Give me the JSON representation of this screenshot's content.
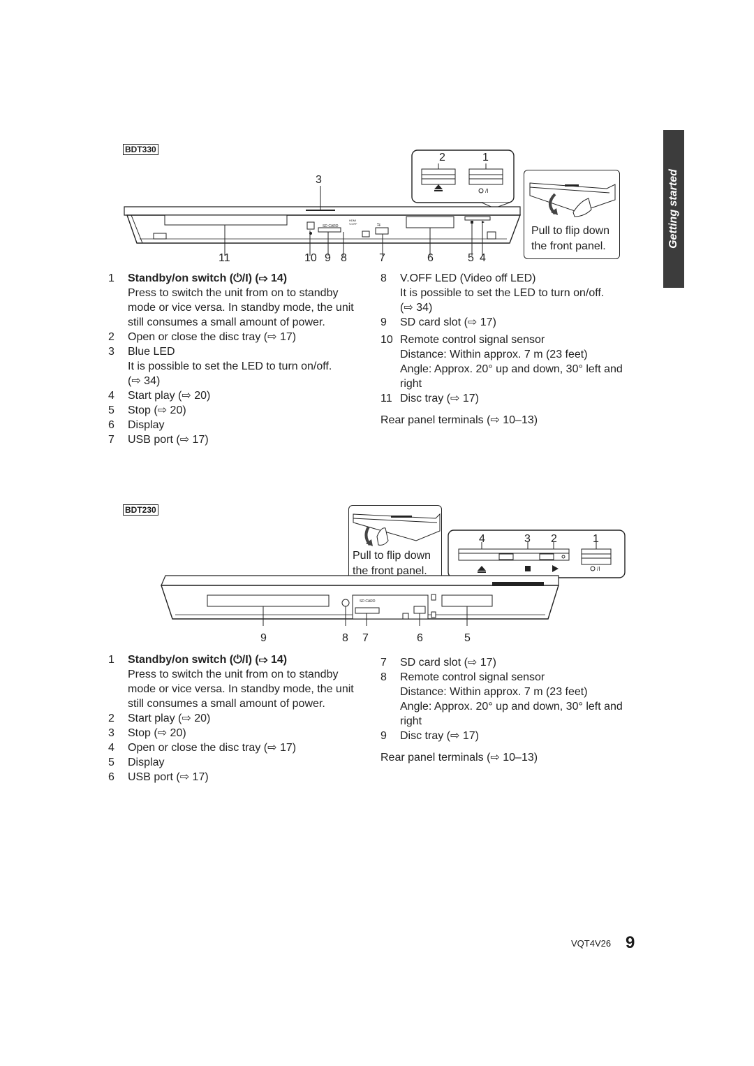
{
  "side_tab": "Getting started",
  "arrow_glyph": "⇨",
  "bdt330": {
    "model": "BDT330",
    "callout_numbers": [
      "3",
      "2",
      "1",
      "11",
      "10",
      "9",
      "8",
      "7",
      "6",
      "5",
      "4"
    ],
    "flip_note": [
      "Pull to flip down",
      "the front panel."
    ],
    "left_items": [
      {
        "num": "1",
        "title": "Standby/on switch (⏻/I) (⇨ 14)",
        "body": [
          "Press to switch the unit from on to standby",
          "mode or vice versa. In standby mode, the unit",
          "still consumes a small amount of power."
        ]
      },
      {
        "num": "2",
        "title": "Open or close the disc tray (⇨ 17)",
        "body": []
      },
      {
        "num": "3",
        "title": "Blue LED",
        "body": [
          "It is possible to set the LED to turn on/off.",
          "(⇨ 34)"
        ]
      },
      {
        "num": "4",
        "title": "Start play (⇨ 20)",
        "body": []
      },
      {
        "num": "5",
        "title": "Stop (⇨ 20)",
        "body": []
      },
      {
        "num": "6",
        "title": "Display",
        "body": []
      },
      {
        "num": "7",
        "title": "USB port (⇨ 17)",
        "body": []
      }
    ],
    "right_items": [
      {
        "num": "8",
        "title": "V.OFF LED (Video off LED)",
        "body": [
          "It is possible to set the LED to turn on/off.",
          "(⇨ 34)"
        ]
      },
      {
        "num": "9",
        "title": "SD card slot (⇨ 17)",
        "body": []
      },
      {
        "num": "10",
        "title": "Remote control signal sensor",
        "body": [
          "Distance: Within approx. 7 m (23 feet)",
          "Angle: Approx. 20° up and down, 30° left and",
          "right"
        ]
      },
      {
        "num": "11",
        "title": "Disc tray (⇨ 17)",
        "body": []
      }
    ],
    "rear_note": "Rear panel terminals (⇨ 10–13)"
  },
  "bdt230": {
    "model": "BDT230",
    "callout_numbers": [
      "4",
      "3",
      "2",
      "1",
      "9",
      "8",
      "7",
      "6",
      "5"
    ],
    "flip_note": [
      "Pull to flip down",
      "the front panel."
    ],
    "left_items": [
      {
        "num": "1",
        "title": "Standby/on switch (⏻/I) (⇨ 14)",
        "body": [
          "Press to switch the unit from on to standby",
          "mode or vice versa. In standby mode, the unit",
          "still consumes a small amount of power."
        ]
      },
      {
        "num": "2",
        "title": "Start play (⇨ 20)",
        "body": []
      },
      {
        "num": "3",
        "title": "Stop (⇨ 20)",
        "body": []
      },
      {
        "num": "4",
        "title": "Open or close the disc tray (⇨ 17)",
        "body": []
      },
      {
        "num": "5",
        "title": "Display",
        "body": []
      },
      {
        "num": "6",
        "title": "USB port (⇨ 17)",
        "body": []
      }
    ],
    "right_items": [
      {
        "num": "7",
        "title": "SD card slot (⇨ 17)",
        "body": []
      },
      {
        "num": "8",
        "title": "Remote control signal sensor",
        "body": [
          "Distance: Within approx. 7 m (23 feet)",
          "Angle: Approx. 20° up and down, 30° left and",
          "right"
        ]
      },
      {
        "num": "9",
        "title": "Disc tray (⇨ 17)",
        "body": []
      }
    ],
    "rear_note": "Rear panel terminals (⇨ 10–13)"
  },
  "footer": {
    "doc_code": "VQT4V26",
    "page_number": "9"
  }
}
